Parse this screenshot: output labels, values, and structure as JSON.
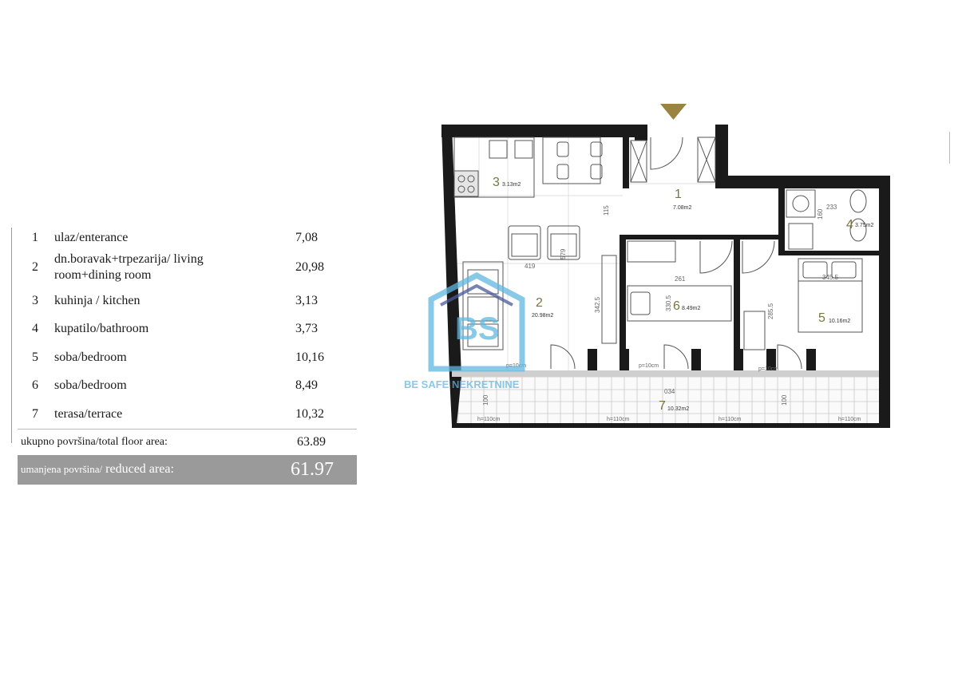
{
  "legend": {
    "rows": [
      {
        "num": "1",
        "name": "ulaz/enterance",
        "area": "7,08"
      },
      {
        "num": "2",
        "name": "dn.boravak+trpezarija/ living room+dining room",
        "area": "20,98"
      },
      {
        "num": "3",
        "name": "kuhinja / kitchen",
        "area": "3,13"
      },
      {
        "num": "4",
        "name": "kupatilo/bathroom",
        "area": "3,73"
      },
      {
        "num": "5",
        "name": "soba/bedroom",
        "area": "10,16"
      },
      {
        "num": "6",
        "name": "soba/bedroom",
        "area": "8,49"
      },
      {
        "num": "7",
        "name": "terasa/terrace",
        "area": "10,32"
      }
    ],
    "total_label": "ukupno površina/total floor area:",
    "total_value": "63.89",
    "reduced_label_small": "umanjena površina/",
    "reduced_label": " reduced area:",
    "reduced_value": "61.97"
  },
  "plan": {
    "rooms": [
      {
        "num": "1",
        "area": "7.08m2"
      },
      {
        "num": "2",
        "area": "20.98m2"
      },
      {
        "num": "3",
        "area": "3.13m2"
      },
      {
        "num": "4",
        "area": "3.75m2"
      },
      {
        "num": "5",
        "area": "10.16m2"
      },
      {
        "num": "6",
        "area": "8.49m2"
      },
      {
        "num": "7",
        "area": "10.32m2"
      }
    ],
    "dimensions": [
      "419",
      "579",
      "115",
      "342.5",
      "261",
      "330.5",
      "285.5",
      "345.5",
      "160",
      "233",
      "034",
      "100",
      "100"
    ],
    "sill_labels": [
      "h=110cm",
      "h=110cm",
      "h=110cm",
      "h=110cm"
    ],
    "door_labels": [
      "p=10cm",
      "p=10cm",
      "p=10cm"
    ],
    "watermark_logo": "BS",
    "watermark_text": "BE SAFE NEKRETNINE",
    "colors": {
      "wall": "#1a1a1a",
      "marker": "#9a8440",
      "room_number": "#7a7540",
      "watermark": "#5fb7e0",
      "watermark_dark": "#4a5a9a"
    }
  }
}
